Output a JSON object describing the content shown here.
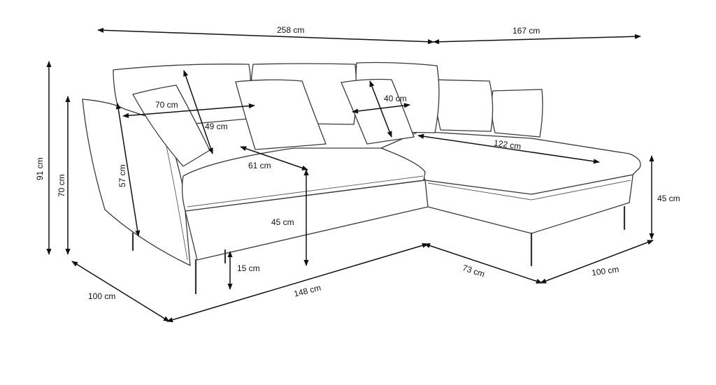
{
  "colors": {
    "outline": "#3a3a3a",
    "dimension": "#111111",
    "background": "#ffffff"
  },
  "dimensions": {
    "total_width": "258 cm",
    "chaise_depth_top": "167 cm",
    "total_height": "91 cm",
    "arm_height": "70 cm",
    "back_height": "57 cm",
    "cushion_width": "70 cm",
    "cushion_height": "49 cm",
    "small_cushion": "40 cm",
    "chaise_length": "122 cm",
    "seat_depth": "61 cm",
    "seat_height": "45 cm",
    "chaise_height": "45 cm",
    "leg_height": "15 cm",
    "sofa_depth": "100 cm",
    "front_width": "148 cm",
    "chaise_front": "73 cm",
    "chaise_depth": "100 cm"
  }
}
